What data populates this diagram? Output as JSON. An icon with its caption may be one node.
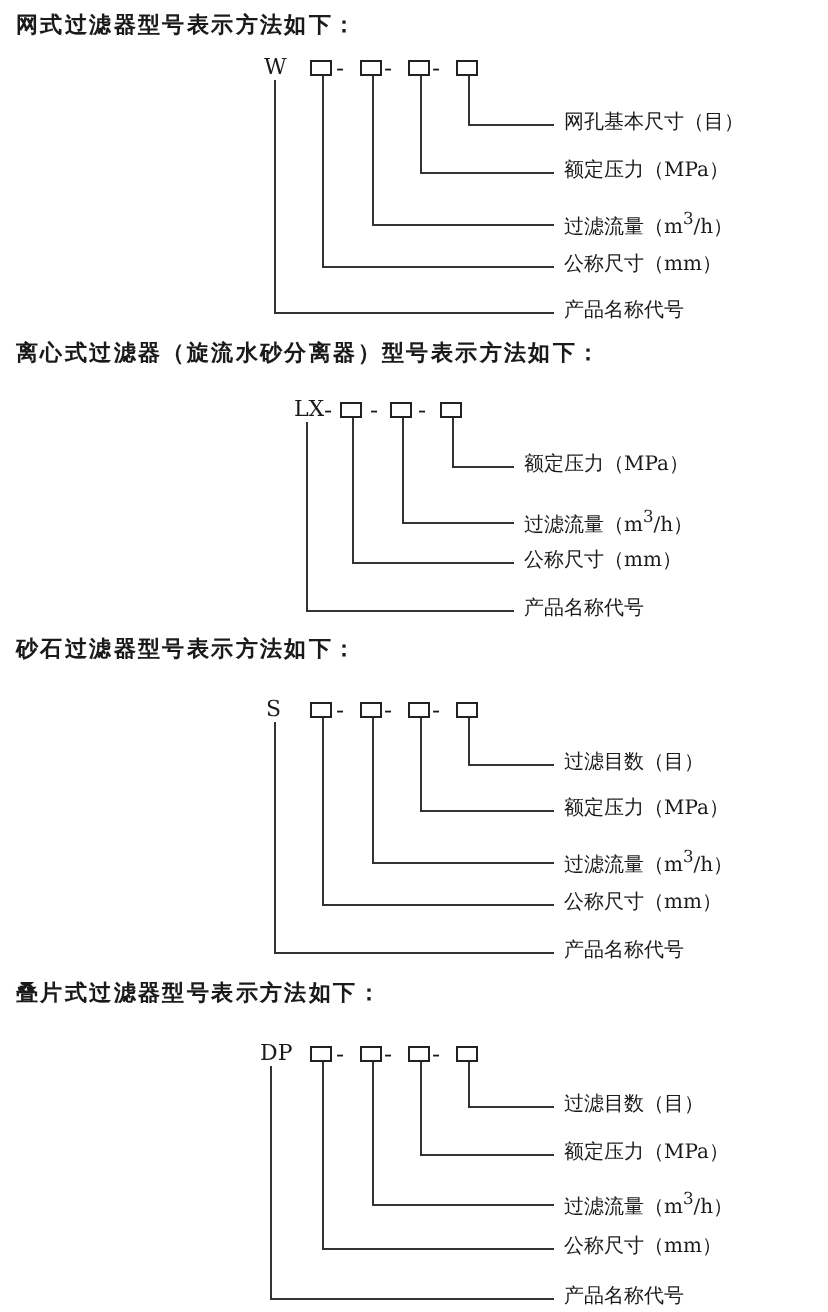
{
  "diagram": {
    "nodes": [
      {
        "text": [
          "W"
        ]
      },
      {
        "text": [],
        "shape": "box"
      },
      {
        "text": [],
        "shape": "box"
      },
      {
        "text": [],
        "shape": "box"
      },
      {
        "text": [],
        "shape": "box"
      },
      {
        "text": [
          "网孔基本尺寸（目）"
        ]
      },
      {
        "text": [
          "额定压力（MPa）"
        ]
      },
      {
        "text": [
          "过滤流量（m$^{3}$/h）"
        ]
      },
      {
        "text": [
          "公称尺寸（mm）"
        ]
      },
      {
        "text": [
          "产品名称代号"
        ]
      },
      {
        "text": [
          "LX"
        ]
      },
      {
        "text": [],
        "shape": "box"
      },
      {
        "text": [],
        "shape": "box"
      },
      {
        "text": [],
        "shape": "box"
      },
      {
        "text": [
          "额定压力（MPa）"
        ]
      },
      {
        "text": [
          "过滤流量（m$^{3}$/h）"
        ]
      },
      {
        "text": [
          "公称尺寸（mm）"
        ]
      },
      {
        "text": [
          "产品名称代号"
        ]
      },
      {
        "text": [
          "S"
        ]
      },
      {
        "text": [],
        "shape": "box"
      },
      {
        "text": [],
        "shape": "box"
      },
      {
        "text": [],
        "shape": "box"
      },
      {
        "text": [],
        "shape": "box"
      },
      {
        "text": [
          "过滤目数（目）"
        ]
      },
      {
        "text": [
          "额定压力（MPa）"
        ]
      },
      {
        "text": [
          "过滤流量（m$^{3}$/h）"
        ]
      },
      {
        "text": [
          "公称尺寸（mm）"
        ]
      },
      {
        "text": [
          "产品名称代号"
        ]
      },
      {
        "text": [
          "DP"
        ]
      },
      {
        "text": [],
        "shape": "box"
      },
      {
        "text": [],
        "shape": "box"
      },
      {
        "text": [],
        "shape": "box"
      },
      {
        "text": [],
        "shape": "box"
      },
      {
        "text": [
          "过滤目数（目）"
        ]
      },
      {
        "text": [
          "额定压力（MPa）"
        ]
      },
      {
        "text": [
          "过滤流量（m$^{3}$/h）"
        ]
      },
      {
        "text": [
          "公称尺寸（mm）"
        ]
      },
      {
        "text": [
          "产品名称代号"
        ]
      }
    ],
    "edges": [
      {
        "from": 4,
        "to": 5,
        "arrow": "none"
      },
      {
        "from": 3,
        "to": 6,
        "arrow": "none"
      },
      {
        "from": 2,
        "to": 7,
        "arrow": "none"
      },
      {
        "from": 1,
        "to": 8,
        "arrow": "none"
      },
      {
        "from": 0,
        "to": 9,
        "arrow": "none"
      },
      {
        "from": 13,
        "to": 14,
        "arrow": "none"
      },
      {
        "from": 12,
        "to": 15,
        "arrow": "none"
      },
      {
        "from": 11,
        "to": 16,
        "arrow": "none"
      },
      {
        "from": 10,
        "to": 17,
        "arrow": "none"
      },
      {
        "from": 22,
        "to": 23,
        "arrow": "none"
      },
      {
        "from": 21,
        "to": 24,
        "arrow": "none"
      },
      {
        "from": 20,
        "to": 25,
        "arrow": "none"
      },
      {
        "from": 19,
        "to": 26,
        "arrow": "none"
      },
      {
        "from": 18,
        "to": 27,
        "arrow": "none"
      },
      {
        "from": 32,
        "to": 33,
        "arrow": "none"
      },
      {
        "from": 31,
        "to": 34,
        "arrow": "none"
      },
      {
        "from": 30,
        "to": 35,
        "arrow": "none"
      },
      {
        "from": 29,
        "to": 36,
        "arrow": "none"
      },
      {
        "from": 28,
        "to": 37,
        "arrow": "none"
      }
    ],
    "labels": [
      "网式过滤器型号表示方法如下：",
      "-",
      "-",
      "-",
      "离心式过滤器（旋流水砂分离器）型号表示方法如下：",
      "-",
      "-",
      "-",
      "砂石过滤器型号表示方法如下：",
      "-",
      "-",
      "-",
      "叠片式过滤器型号表示方法如下：",
      "-",
      "-",
      "-"
    ]
  }
}
